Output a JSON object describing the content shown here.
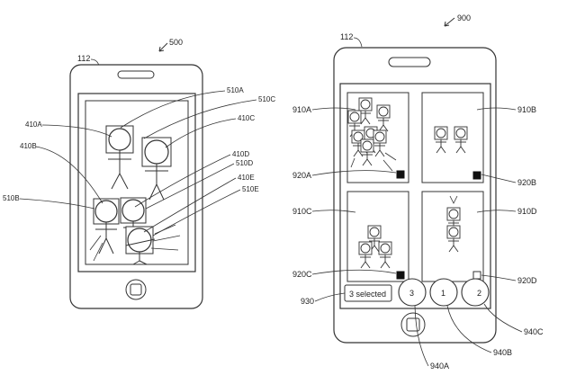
{
  "fig500": {
    "figure_ref": "500",
    "device_ref": "112",
    "labels": {
      "l510A": "510A",
      "l510C": "510C",
      "l410A": "410A",
      "l410C": "410C",
      "l410B": "410B",
      "l410D": "410D",
      "l510D": "510D",
      "l410E": "410E",
      "l510E": "510E",
      "l510B": "510B"
    }
  },
  "fig900": {
    "figure_ref": "900",
    "device_ref": "112",
    "selection_label": "3 selected",
    "selection_badges": [
      "3",
      "1",
      "2"
    ],
    "labels": {
      "l910A": "910A",
      "l910B": "910B",
      "l920A": "920A",
      "l920B": "920B",
      "l910C": "910C",
      "l910D": "910D",
      "l920C": "920C",
      "l920D": "920D",
      "l930": "930",
      "l940C": "940C",
      "l940B": "940B",
      "l940A": "940A"
    }
  }
}
